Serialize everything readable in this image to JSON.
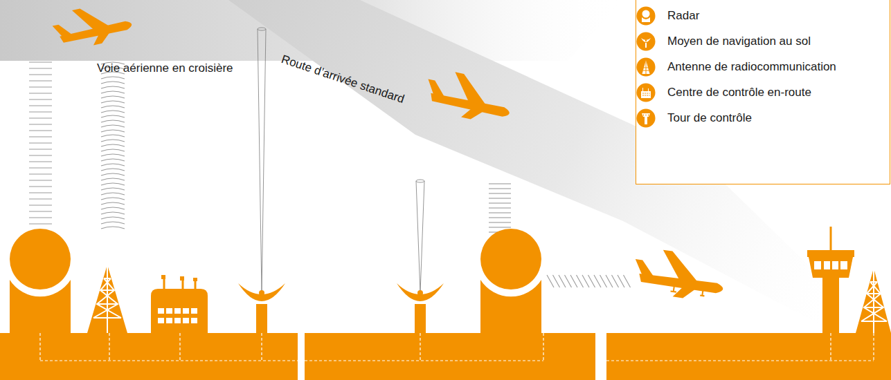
{
  "diagram": {
    "labels": [
      "Voie aérienne en croisière",
      "Route d’arrivée standard"
    ],
    "legend": [
      {
        "text": "Radar"
      },
      {
        "text": "Moyen de navigation au sol"
      },
      {
        "text": "Antenne de radiocommunication"
      },
      {
        "text": "Centre de contrôle en-route"
      },
      {
        "text": "Tour de contrôle"
      }
    ]
  }
}
